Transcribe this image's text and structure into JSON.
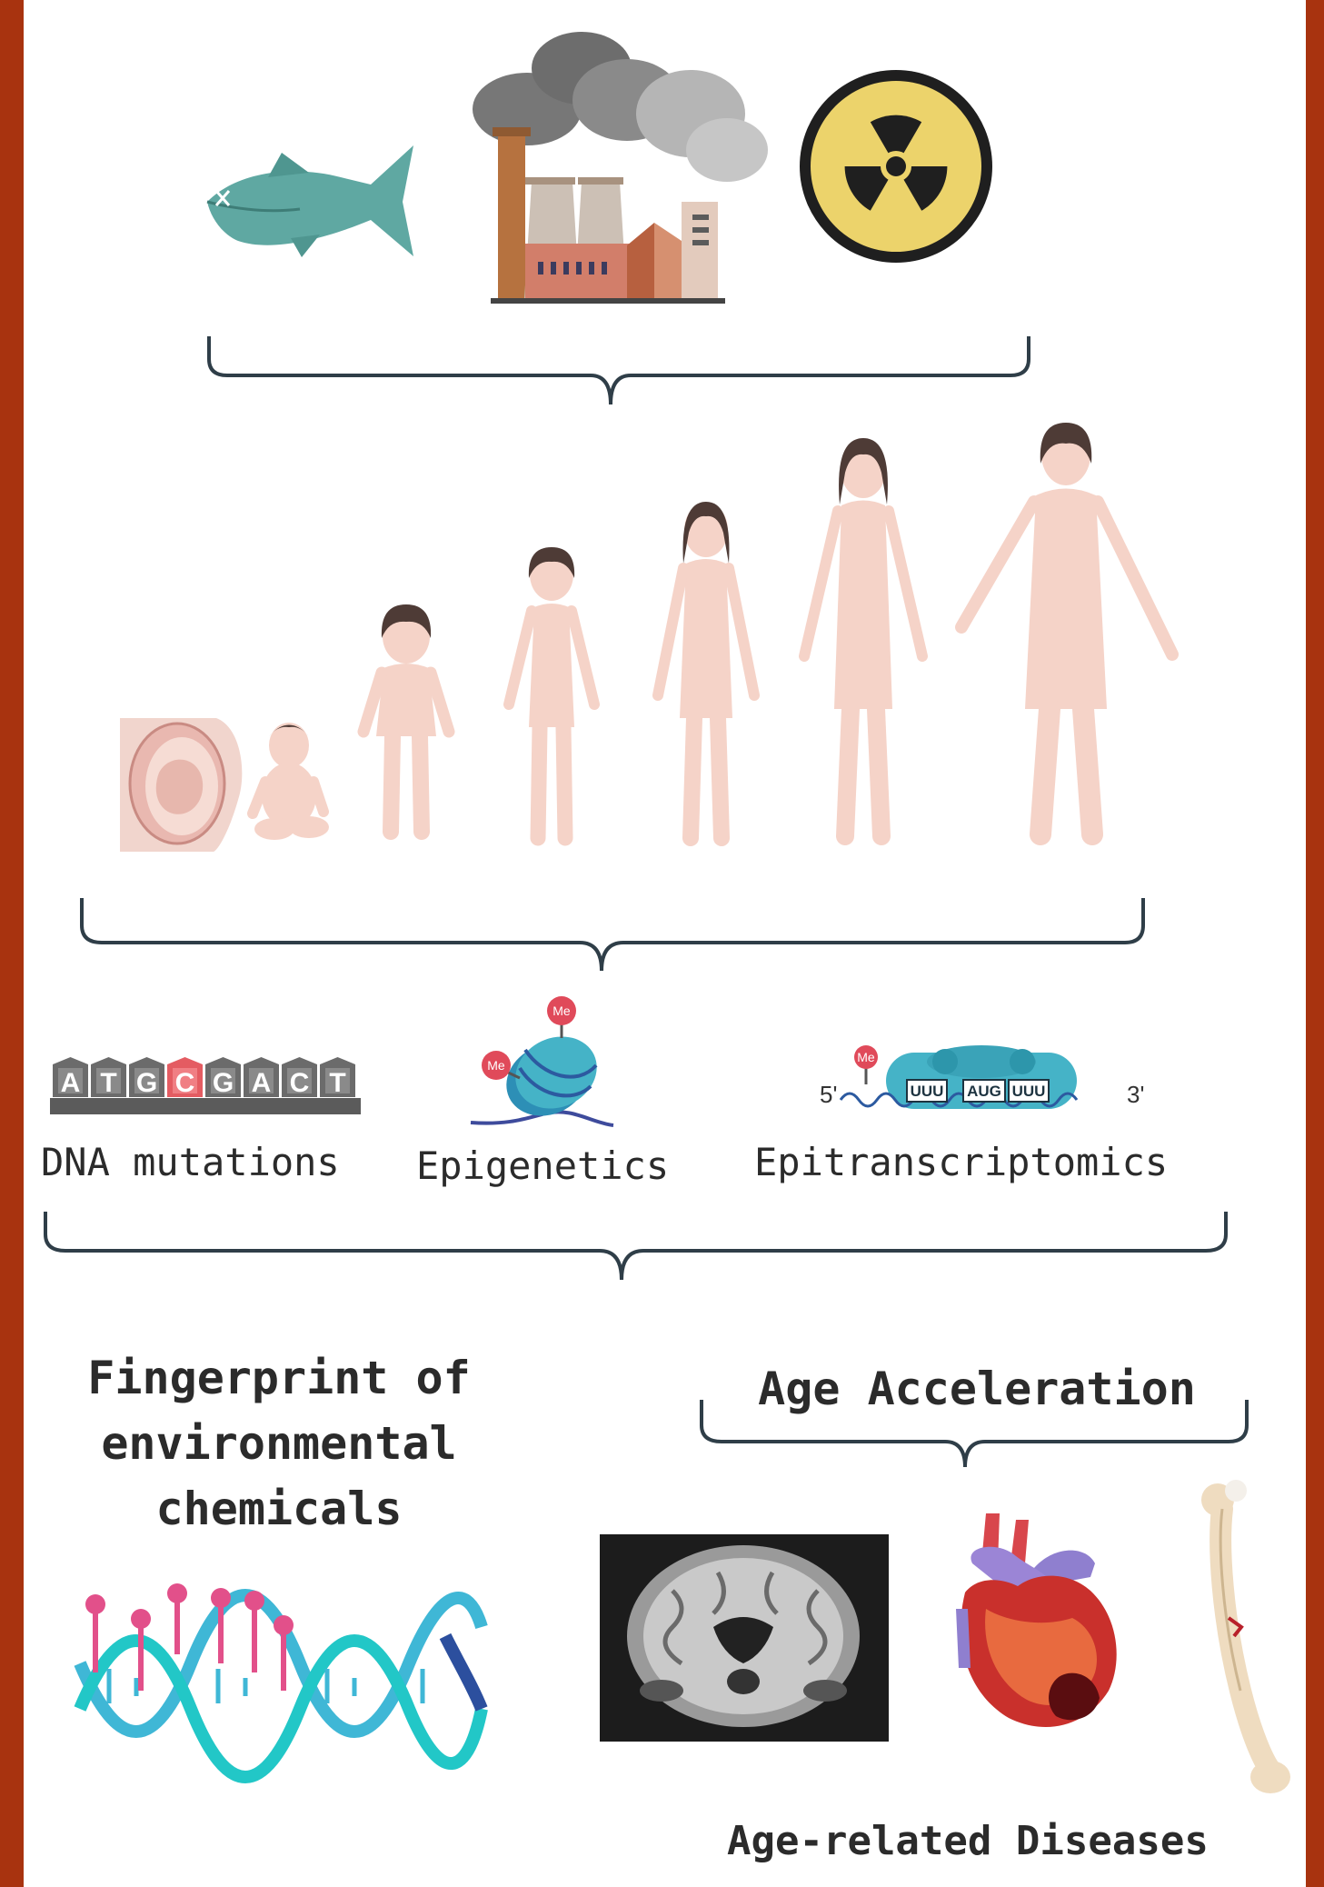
{
  "labels": {
    "dna_mutations": "DNA mutations",
    "epigenetics": "Epigenetics",
    "epitranscriptomics": "Epitranscriptomics",
    "fingerprint_line1": "Fingerprint of",
    "fingerprint_line2": "environmental",
    "fingerprint_line3": "chemicals",
    "age_acceleration": "Age Acceleration",
    "age_related_diseases": "Age-related Diseases"
  },
  "dna_sequence": [
    "A",
    "T",
    "G",
    "C",
    "G",
    "A",
    "C",
    "T"
  ],
  "rna": {
    "five_prime": "5'",
    "three_prime": "3'",
    "codons": [
      "UUU",
      "AUG",
      "UUU"
    ]
  },
  "methyl_tag": "Me",
  "icons": [
    "dead-fish-icon",
    "factory-icon",
    "radiation-icon",
    "fetus-icon",
    "human-growth-stages-icon",
    "nucleosome-icon",
    "mrna-icon",
    "methylated-dna-icon",
    "brain-mri-icon",
    "heart-icon",
    "bone-icon"
  ],
  "colors": {
    "frame": "#a8330f",
    "skin": "#f5d3c8",
    "hair": "#4e3b36",
    "teal": "#45b3c7",
    "pink": "#e2508a",
    "radiation_yellow": "#ecd36b"
  }
}
